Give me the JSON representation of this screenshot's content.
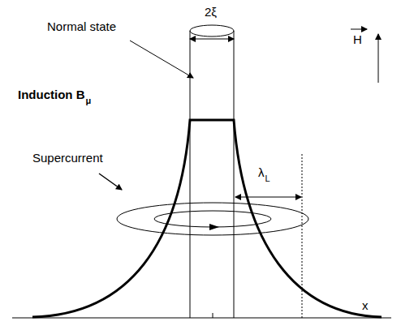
{
  "diagram": {
    "labels": [
      "2ξ",
      "Normal state",
      "H",
      "Induction B",
      "μ",
      "Supercurrent",
      "λ",
      "L",
      "x"
    ]
  }
}
